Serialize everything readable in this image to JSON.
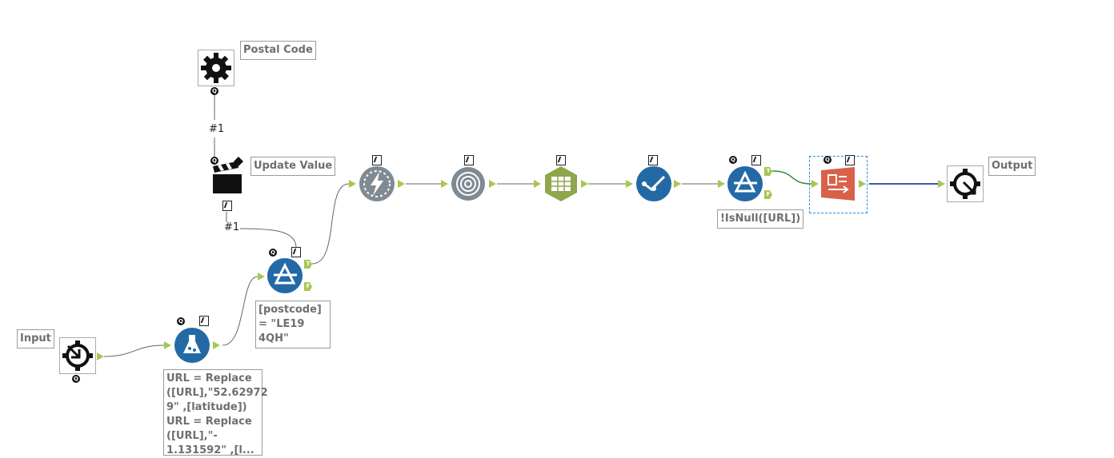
{
  "canvas": {
    "background": "#ffffff",
    "wire_color": "#666666",
    "wire_true_color": "#2e8b3e",
    "wire_selected_color": "#1a3fa0"
  },
  "tools": {
    "input": {
      "label": "Input",
      "badge": "Q"
    },
    "postal_code": {
      "label": "Postal Code",
      "badge": "Q"
    },
    "update_value": {
      "label": "Update Value",
      "badge": "Q"
    },
    "formula": {
      "label": "URL = Replace ([URL],\"52.62972 9\" ,[latitude]) URL = Replace ([URL],\"- 1.131592\" ,[l...",
      "badge": "Q"
    },
    "filter1": {
      "label": "[postcode] = \"LE19 4QH\"",
      "badge": "Q",
      "true": "T",
      "false": "F"
    },
    "filter2": {
      "label": "!IsNull([URL])",
      "badge": "Q",
      "true": "T",
      "false": "F"
    },
    "output": {
      "label": "Output"
    },
    "report": {
      "badge": "Q"
    }
  },
  "wire_labels": {
    "postal_to_update": "#1",
    "update_to_filter": "#1"
  }
}
